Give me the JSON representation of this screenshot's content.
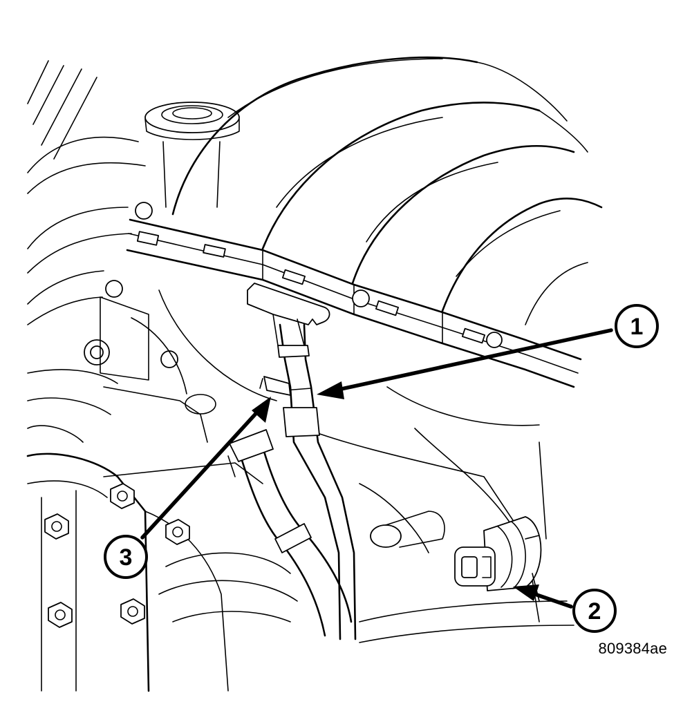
{
  "diagram": {
    "figure_id": "809384ae",
    "callouts": [
      {
        "number": "1"
      },
      {
        "number": "2"
      },
      {
        "number": "3"
      }
    ],
    "colors": {
      "line": "#000000",
      "background": "#ffffff"
    }
  }
}
